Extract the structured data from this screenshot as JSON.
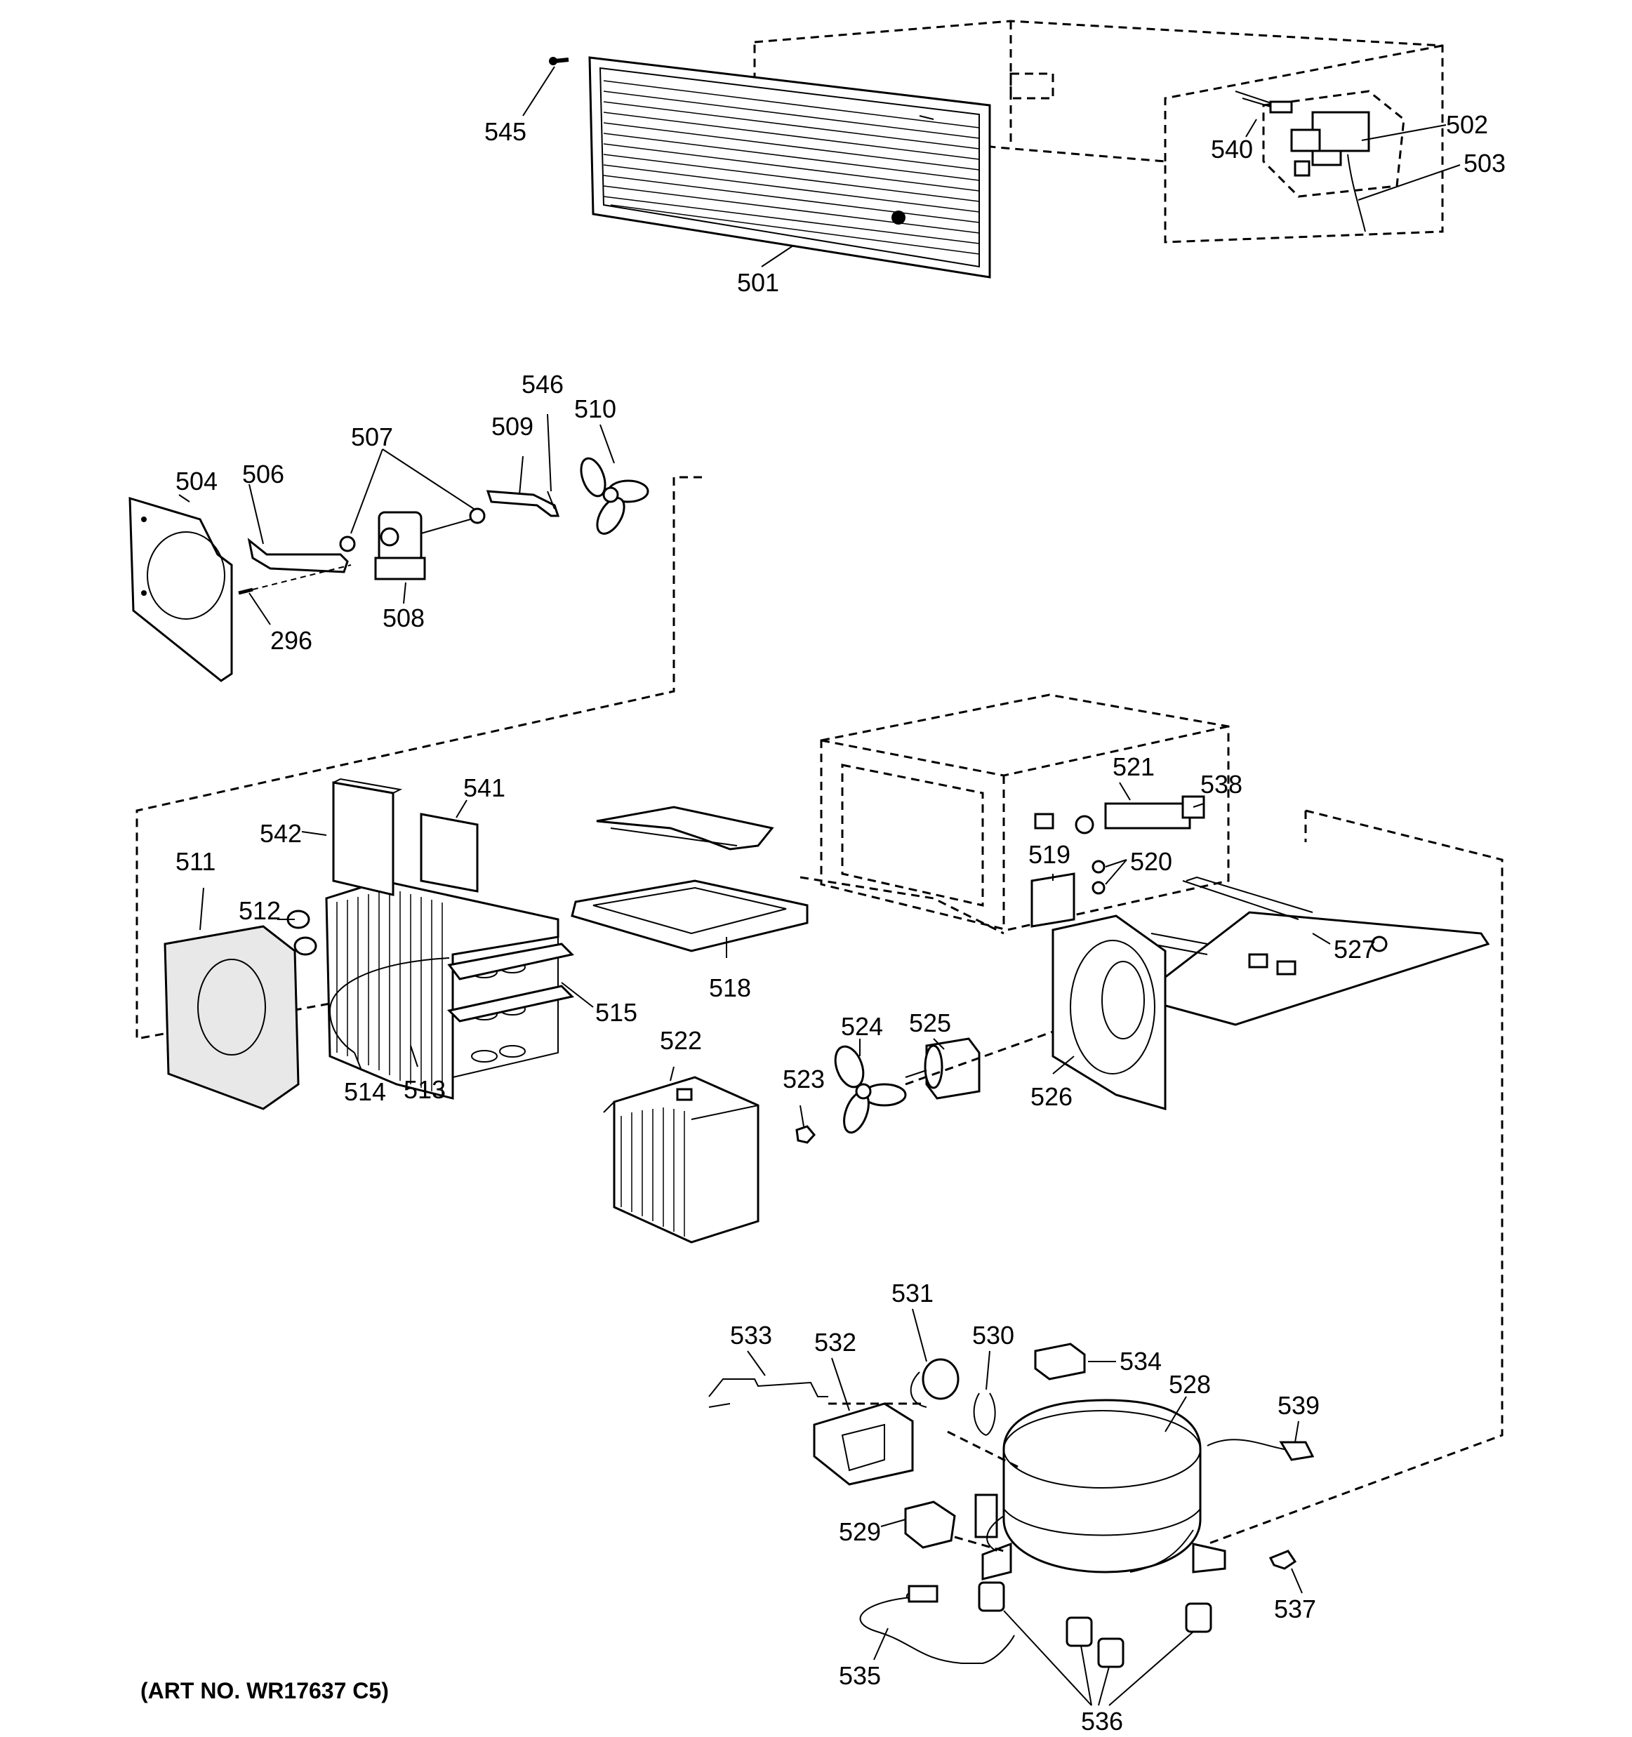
{
  "diagram": {
    "art_number": "(ART NO. WR17637 C5)",
    "labels": {
      "p545": "545",
      "p501": "501",
      "p502": "502",
      "p503": "503",
      "p540": "540",
      "p504": "504",
      "p506": "506",
      "p507": "507",
      "p508": "508",
      "p509": "509",
      "p510": "510",
      "p546": "546",
      "p296": "296",
      "p511": "511",
      "p512": "512",
      "p513": "513",
      "p514": "514",
      "p515": "515",
      "p541": "541",
      "p542": "542",
      "p518": "518",
      "p519": "519",
      "p520": "520",
      "p521": "521",
      "p538": "538",
      "p527": "527",
      "p522": "522",
      "p523": "523",
      "p524": "524",
      "p525": "525",
      "p526": "526",
      "p528": "528",
      "p529": "529",
      "p530": "530",
      "p531": "531",
      "p532": "532",
      "p533": "533",
      "p534": "534",
      "p535": "535",
      "p536": "536",
      "p537": "537",
      "p539": "539"
    }
  }
}
